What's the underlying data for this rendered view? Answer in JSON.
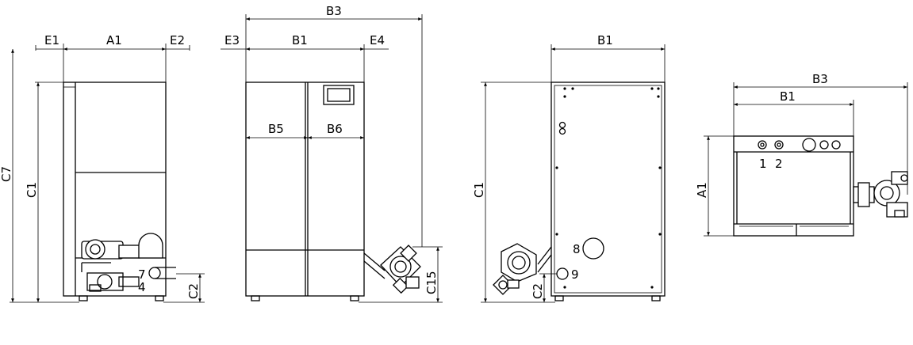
{
  "labels": {
    "a1": "A1",
    "b1": "B1",
    "b3": "B3",
    "b5": "B5",
    "b6": "B6",
    "c1": "C1",
    "c2": "C2",
    "c7": "C7",
    "c15": "C15",
    "e1": "E1",
    "e2": "E2",
    "e3": "E3",
    "e4": "E4"
  },
  "connections": {
    "n1": "1",
    "n2": "2",
    "n4": "4",
    "n7": "7",
    "n8": "8",
    "n9": "9"
  }
}
